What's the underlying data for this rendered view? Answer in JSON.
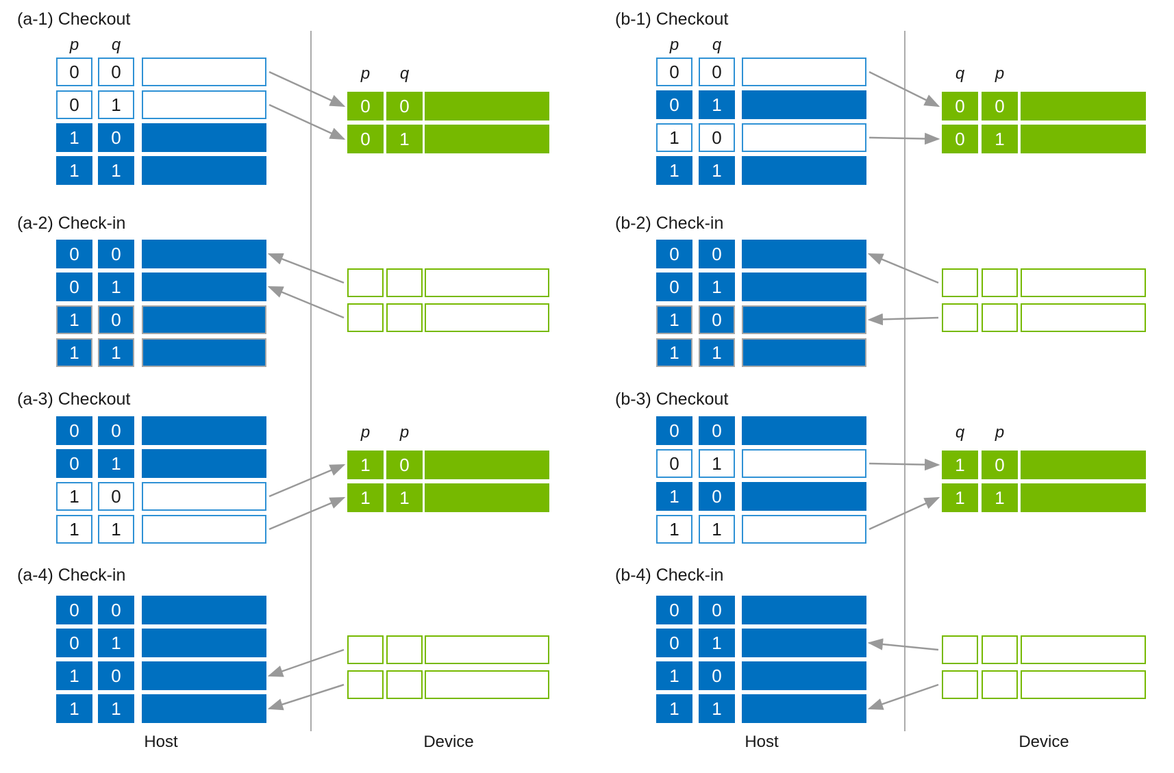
{
  "figure": {
    "description": "Checkout / Check-in data transfer diagram between Host and Device memory",
    "background": "#FFFFFF"
  },
  "colors": {
    "blue_fill": "#0070C0",
    "blue_outline": "#2E91D5",
    "green_fill": "#76B900",
    "gray_border": "#A6A6A6",
    "arrow_gray": "#999999",
    "divider_gray": "#ABABAB",
    "text": "#1A1A1A"
  },
  "bottom_labels": {
    "left": {
      "host": "Host",
      "device": "Device"
    },
    "right": {
      "host": "Host",
      "device": "Device"
    }
  },
  "panels": [
    {
      "id": "a-1",
      "title": "(a-1) Checkout",
      "host": {
        "headers": [
          "p",
          "q"
        ],
        "rows": [
          {
            "p": "0",
            "q": "0",
            "state": "empty"
          },
          {
            "p": "0",
            "q": "1",
            "state": "empty"
          },
          {
            "p": "1",
            "q": "0",
            "state": "filled"
          },
          {
            "p": "1",
            "q": "1",
            "state": "filled"
          }
        ]
      },
      "device": {
        "headers": [
          "p",
          "q"
        ],
        "rows": [
          {
            "v1": "0",
            "v2": "0",
            "state": "filled"
          },
          {
            "v1": "0",
            "v2": "1",
            "state": "filled"
          }
        ]
      },
      "arrows": [
        {
          "host_row": 0,
          "device_row": 0,
          "direction": "host-to-device"
        },
        {
          "host_row": 1,
          "device_row": 1,
          "direction": "host-to-device"
        }
      ]
    },
    {
      "id": "a-2",
      "title": "(a-2) Check-in",
      "host": {
        "headers": [],
        "rows": [
          {
            "p": "0",
            "q": "0",
            "state": "filled"
          },
          {
            "p": "0",
            "q": "1",
            "state": "filled"
          },
          {
            "p": "1",
            "q": "0",
            "state": "filled-gray-border"
          },
          {
            "p": "1",
            "q": "1",
            "state": "filled-gray-border"
          }
        ]
      },
      "device": {
        "headers": [],
        "rows": [
          {
            "v1": "",
            "v2": "",
            "state": "empty"
          },
          {
            "v1": "",
            "v2": "",
            "state": "empty"
          }
        ]
      },
      "arrows": [
        {
          "host_row": 0,
          "device_row": 0,
          "direction": "device-to-host"
        },
        {
          "host_row": 1,
          "device_row": 1,
          "direction": "device-to-host"
        }
      ]
    },
    {
      "id": "a-3",
      "title": "(a-3) Checkout",
      "host": {
        "headers": [],
        "rows": [
          {
            "p": "0",
            "q": "0",
            "state": "filled"
          },
          {
            "p": "0",
            "q": "1",
            "state": "filled"
          },
          {
            "p": "1",
            "q": "0",
            "state": "empty"
          },
          {
            "p": "1",
            "q": "1",
            "state": "empty"
          }
        ]
      },
      "device": {
        "headers": [
          "p",
          "p"
        ],
        "rows": [
          {
            "v1": "1",
            "v2": "0",
            "state": "filled"
          },
          {
            "v1": "1",
            "v2": "1",
            "state": "filled"
          }
        ]
      },
      "arrows": [
        {
          "host_row": 2,
          "device_row": 0,
          "direction": "host-to-device"
        },
        {
          "host_row": 3,
          "device_row": 1,
          "direction": "host-to-device"
        }
      ]
    },
    {
      "id": "a-4",
      "title": "(a-4) Check-in",
      "host": {
        "headers": [],
        "rows": [
          {
            "p": "0",
            "q": "0",
            "state": "filled"
          },
          {
            "p": "0",
            "q": "1",
            "state": "filled"
          },
          {
            "p": "1",
            "q": "0",
            "state": "filled"
          },
          {
            "p": "1",
            "q": "1",
            "state": "filled"
          }
        ]
      },
      "device": {
        "headers": [],
        "rows": [
          {
            "v1": "",
            "v2": "",
            "state": "empty"
          },
          {
            "v1": "",
            "v2": "",
            "state": "empty"
          }
        ]
      },
      "arrows": [
        {
          "host_row": 2,
          "device_row": 0,
          "direction": "device-to-host"
        },
        {
          "host_row": 3,
          "device_row": 1,
          "direction": "device-to-host"
        }
      ]
    },
    {
      "id": "b-1",
      "title": "(b-1) Checkout",
      "host": {
        "headers": [
          "p",
          "q"
        ],
        "rows": [
          {
            "p": "0",
            "q": "0",
            "state": "empty"
          },
          {
            "p": "0",
            "q": "1",
            "state": "filled"
          },
          {
            "p": "1",
            "q": "0",
            "state": "empty"
          },
          {
            "p": "1",
            "q": "1",
            "state": "filled"
          }
        ]
      },
      "device": {
        "headers": [
          "q",
          "p"
        ],
        "rows": [
          {
            "v1": "0",
            "v2": "0",
            "state": "filled"
          },
          {
            "v1": "0",
            "v2": "1",
            "state": "filled"
          }
        ]
      },
      "arrows": [
        {
          "host_row": 0,
          "device_row": 0,
          "direction": "host-to-device"
        },
        {
          "host_row": 2,
          "device_row": 1,
          "direction": "host-to-device"
        }
      ]
    },
    {
      "id": "b-2",
      "title": "(b-2) Check-in",
      "host": {
        "headers": [],
        "rows": [
          {
            "p": "0",
            "q": "0",
            "state": "filled"
          },
          {
            "p": "0",
            "q": "1",
            "state": "filled"
          },
          {
            "p": "1",
            "q": "0",
            "state": "filled-gray-border"
          },
          {
            "p": "1",
            "q": "1",
            "state": "filled-gray-border"
          }
        ]
      },
      "device": {
        "headers": [],
        "rows": [
          {
            "v1": "",
            "v2": "",
            "state": "empty"
          },
          {
            "v1": "",
            "v2": "",
            "state": "empty"
          }
        ]
      },
      "arrows": [
        {
          "host_row": 0,
          "device_row": 0,
          "direction": "device-to-host"
        },
        {
          "host_row": 2,
          "device_row": 1,
          "direction": "device-to-host"
        }
      ]
    },
    {
      "id": "b-3",
      "title": "(b-3) Checkout",
      "host": {
        "headers": [],
        "rows": [
          {
            "p": "0",
            "q": "0",
            "state": "filled"
          },
          {
            "p": "0",
            "q": "1",
            "state": "empty"
          },
          {
            "p": "1",
            "q": "0",
            "state": "filled"
          },
          {
            "p": "1",
            "q": "1",
            "state": "empty"
          }
        ]
      },
      "device": {
        "headers": [
          "q",
          "p"
        ],
        "rows": [
          {
            "v1": "1",
            "v2": "0",
            "state": "filled"
          },
          {
            "v1": "1",
            "v2": "1",
            "state": "filled"
          }
        ]
      },
      "arrows": [
        {
          "host_row": 1,
          "device_row": 0,
          "direction": "host-to-device"
        },
        {
          "host_row": 3,
          "device_row": 1,
          "direction": "host-to-device"
        }
      ]
    },
    {
      "id": "b-4",
      "title": "(b-4) Check-in",
      "host": {
        "headers": [],
        "rows": [
          {
            "p": "0",
            "q": "0",
            "state": "filled"
          },
          {
            "p": "0",
            "q": "1",
            "state": "filled"
          },
          {
            "p": "1",
            "q": "0",
            "state": "filled"
          },
          {
            "p": "1",
            "q": "1",
            "state": "filled"
          }
        ]
      },
      "device": {
        "headers": [],
        "rows": [
          {
            "v1": "",
            "v2": "",
            "state": "empty"
          },
          {
            "v1": "",
            "v2": "",
            "state": "empty"
          }
        ]
      },
      "arrows": [
        {
          "host_row": 1,
          "device_row": 0,
          "direction": "device-to-host"
        },
        {
          "host_row": 3,
          "device_row": 1,
          "direction": "device-to-host"
        }
      ]
    }
  ]
}
